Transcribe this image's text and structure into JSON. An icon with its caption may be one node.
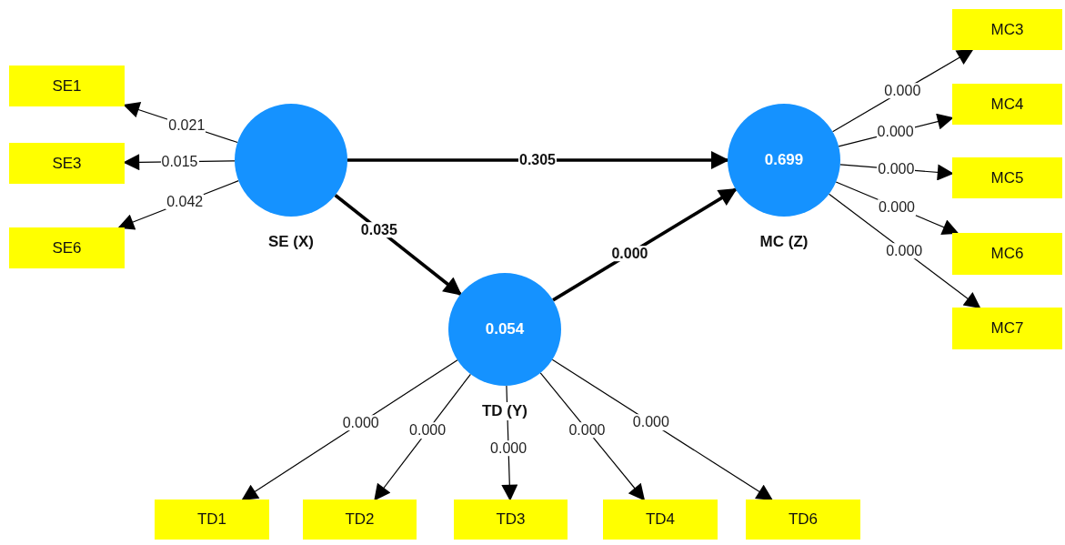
{
  "diagram": {
    "nodes": [
      {
        "text": [
          "SE (X)"
        ]
      },
      {
        "text": [
          "0.699",
          "MC (Z)"
        ]
      },
      {
        "text": [
          "0.054",
          "TD (Y)"
        ]
      },
      {
        "text": [
          "SE1"
        ]
      },
      {
        "text": [
          "SE3"
        ]
      },
      {
        "text": [
          "SE6"
        ]
      },
      {
        "text": [
          "MC3"
        ]
      },
      {
        "text": [
          "MC4"
        ]
      },
      {
        "text": [
          "MC5"
        ]
      },
      {
        "text": [
          "MC6"
        ]
      },
      {
        "text": [
          "MC7"
        ]
      },
      {
        "text": [
          "TD1"
        ]
      },
      {
        "text": [
          "TD2"
        ]
      },
      {
        "text": [
          "TD3"
        ]
      },
      {
        "text": [
          "TD4"
        ]
      },
      {
        "text": [
          "TD6"
        ]
      }
    ],
    "edges": [
      {
        "from": 0,
        "to": 3,
        "arrow": "to",
        "label": "0.021"
      },
      {
        "from": 0,
        "to": 4,
        "arrow": "to",
        "label": "0.015"
      },
      {
        "from": 0,
        "to": 5,
        "arrow": "to",
        "label": "0.042"
      },
      {
        "from": 0,
        "to": 1,
        "arrow": "to",
        "label": "0.305",
        "style": "thick"
      },
      {
        "from": 0,
        "to": 2,
        "arrow": "to",
        "label": "0.035",
        "style": "thick"
      },
      {
        "from": 2,
        "to": 1,
        "arrow": "to",
        "label": "0.000",
        "style": "thick"
      },
      {
        "from": 1,
        "to": 6,
        "arrow": "to",
        "label": "0.000"
      },
      {
        "from": 1,
        "to": 7,
        "arrow": "to",
        "label": "0.000"
      },
      {
        "from": 1,
        "to": 8,
        "arrow": "to",
        "label": "0.000"
      },
      {
        "from": 1,
        "to": 9,
        "arrow": "to",
        "label": "0.000"
      },
      {
        "from": 1,
        "to": 10,
        "arrow": "to",
        "label": "0.000"
      },
      {
        "from": 2,
        "to": 11,
        "arrow": "to",
        "label": "0.000"
      },
      {
        "from": 2,
        "to": 12,
        "arrow": "to",
        "label": "0.000"
      },
      {
        "from": 2,
        "to": 13,
        "arrow": "to",
        "label": "0.000"
      },
      {
        "from": 2,
        "to": 14,
        "arrow": "to",
        "label": "0.000"
      },
      {
        "from": 2,
        "to": 15,
        "arrow": "to",
        "label": "0.000"
      }
    ]
  }
}
